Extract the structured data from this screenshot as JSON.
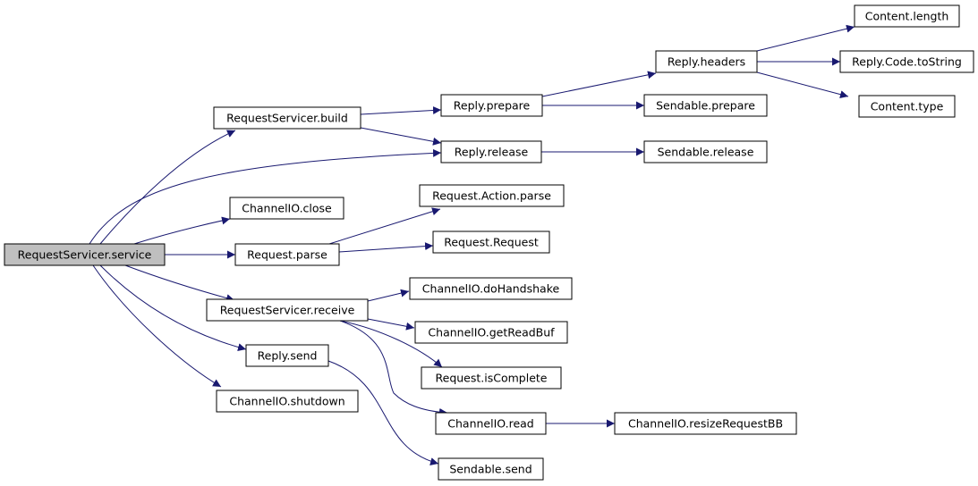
{
  "graph": {
    "root_id": "n0",
    "colors": {
      "edge": "#191970",
      "root_fill": "#bfbfbf",
      "node_fill": "#ffffff",
      "border": "#000000"
    },
    "nodes": [
      {
        "id": "n0",
        "label": "RequestServicer.service"
      },
      {
        "id": "n1",
        "label": "RequestServicer.build"
      },
      {
        "id": "n2",
        "label": "Reply.prepare"
      },
      {
        "id": "n3",
        "label": "Reply.headers"
      },
      {
        "id": "n4",
        "label": "Content.length"
      },
      {
        "id": "n5",
        "label": "Reply.Code.toString"
      },
      {
        "id": "n6",
        "label": "Content.type"
      },
      {
        "id": "n7",
        "label": "Sendable.prepare"
      },
      {
        "id": "n8",
        "label": "Reply.release"
      },
      {
        "id": "n9",
        "label": "Sendable.release"
      },
      {
        "id": "n10",
        "label": "ChannelIO.close"
      },
      {
        "id": "n11",
        "label": "Request.parse"
      },
      {
        "id": "n12",
        "label": "Request.Action.parse"
      },
      {
        "id": "n13",
        "label": "Request.Request"
      },
      {
        "id": "n14",
        "label": "RequestServicer.receive"
      },
      {
        "id": "n15",
        "label": "ChannelIO.doHandshake"
      },
      {
        "id": "n16",
        "label": "ChannelIO.getReadBuf"
      },
      {
        "id": "n17",
        "label": "Request.isComplete"
      },
      {
        "id": "n18",
        "label": "ChannelIO.read"
      },
      {
        "id": "n19",
        "label": "ChannelIO.resizeRequestBB"
      },
      {
        "id": "n20",
        "label": "Reply.send"
      },
      {
        "id": "n21",
        "label": "Sendable.send"
      },
      {
        "id": "n22",
        "label": "ChannelIO.shutdown"
      }
    ],
    "edges": [
      [
        "n0",
        "n1"
      ],
      [
        "n0",
        "n8"
      ],
      [
        "n0",
        "n10"
      ],
      [
        "n0",
        "n11"
      ],
      [
        "n0",
        "n14"
      ],
      [
        "n0",
        "n20"
      ],
      [
        "n0",
        "n22"
      ],
      [
        "n1",
        "n2"
      ],
      [
        "n1",
        "n8"
      ],
      [
        "n2",
        "n3"
      ],
      [
        "n2",
        "n7"
      ],
      [
        "n3",
        "n4"
      ],
      [
        "n3",
        "n5"
      ],
      [
        "n3",
        "n6"
      ],
      [
        "n8",
        "n9"
      ],
      [
        "n11",
        "n12"
      ],
      [
        "n11",
        "n13"
      ],
      [
        "n14",
        "n15"
      ],
      [
        "n14",
        "n16"
      ],
      [
        "n14",
        "n17"
      ],
      [
        "n14",
        "n18"
      ],
      [
        "n18",
        "n19"
      ],
      [
        "n20",
        "n21"
      ]
    ]
  }
}
